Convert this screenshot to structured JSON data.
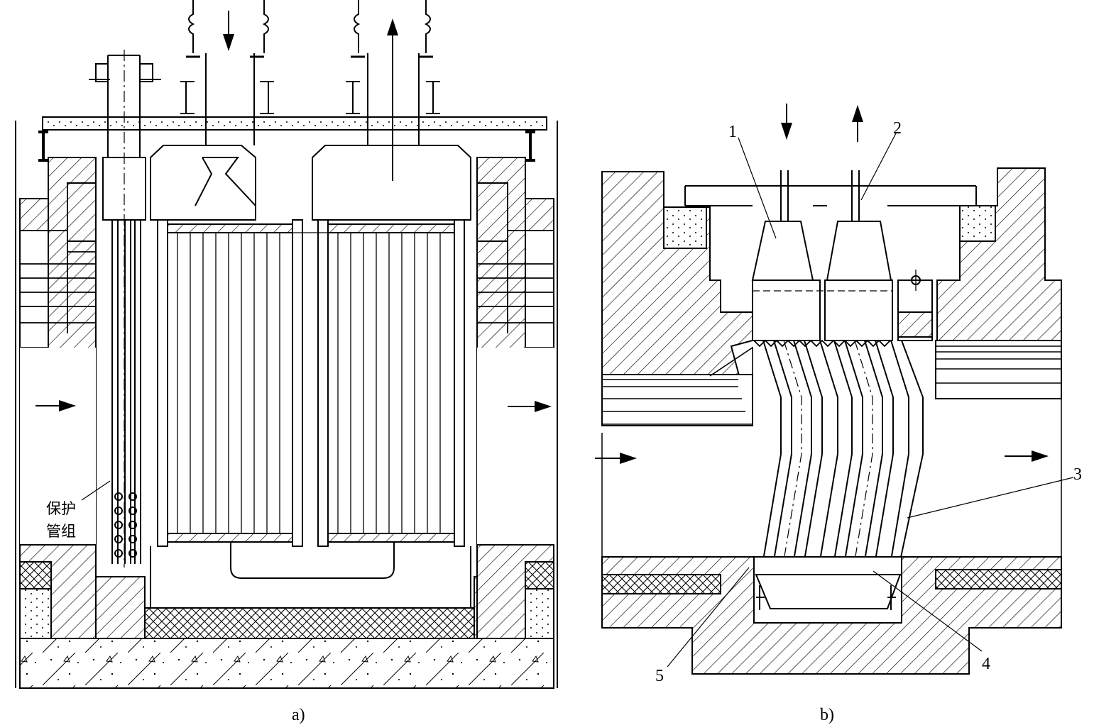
{
  "figure_a": {
    "caption": "a)",
    "annotation_line1": "保护",
    "annotation_line2": "管组"
  },
  "figure_b": {
    "caption": "b)",
    "callouts": [
      "1",
      "2",
      "3",
      "4",
      "5"
    ]
  }
}
